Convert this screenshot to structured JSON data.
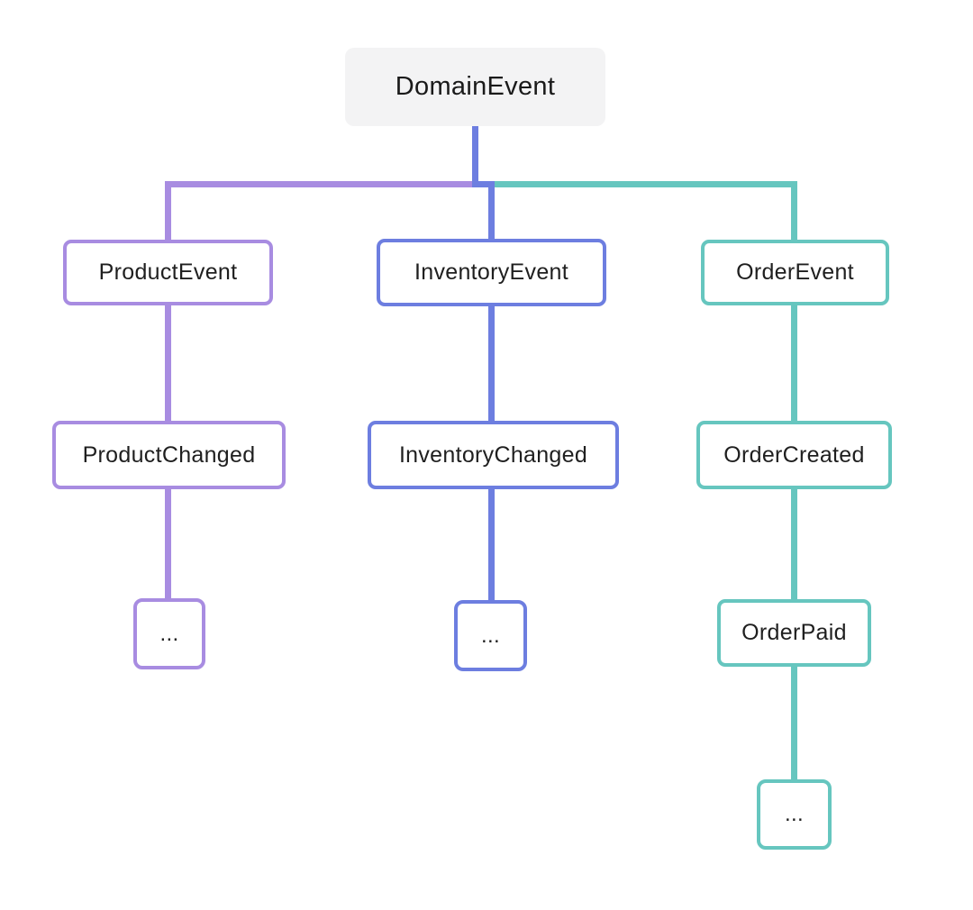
{
  "page": {
    "background_color": "#ffffff"
  },
  "diagram": {
    "type": "flowchart-tree",
    "root": {
      "label": "DomainEvent",
      "background_color": "#f3f3f4",
      "text_color": "#1a1a1a"
    },
    "branches": [
      {
        "id": "product",
        "color": "#a88ce1",
        "nodes": [
          {
            "label": "ProductEvent"
          },
          {
            "label": "ProductChanged"
          },
          {
            "label": "..."
          }
        ]
      },
      {
        "id": "inventory",
        "color": "#6d7ee0",
        "nodes": [
          {
            "label": "InventoryEvent"
          },
          {
            "label": "InventoryChanged"
          },
          {
            "label": "..."
          }
        ]
      },
      {
        "id": "order",
        "color": "#66c6bf",
        "nodes": [
          {
            "label": "OrderEvent"
          },
          {
            "label": "OrderCreated"
          },
          {
            "label": "OrderPaid"
          },
          {
            "label": "..."
          }
        ]
      }
    ]
  }
}
